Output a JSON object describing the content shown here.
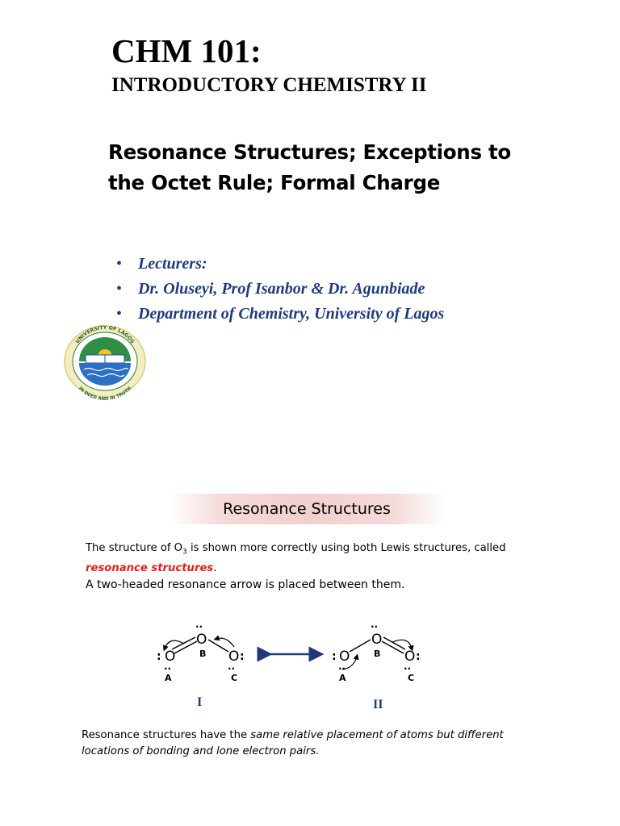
{
  "slide1": {
    "course_code": "CHM 101:",
    "course_name": "INTRODUCTORY CHEMISTRY II",
    "topic_title_line1": "Resonance Structures; Exceptions to",
    "topic_title_line2": "the Octet Rule; Formal Charge",
    "bullet_char": "•",
    "bullets": [
      "Lecturers:",
      "Dr. Oluseyi, Prof Isanbor & Dr. Agunbiade",
      "Department of Chemistry, University of Lagos"
    ],
    "logo": {
      "icon": "university-crest-icon",
      "ring_text_top": "UNIVERSITY OF LAGOS",
      "ring_text_bottom": "IN DEED AND IN TRUTH"
    }
  },
  "slide2": {
    "section_title": "Resonance Structures",
    "para1_before_sub": "The structure of O",
    "para1_sub": "3",
    "para1_after_sub": " is shown more correctly using both Lewis structures, called",
    "para1_red_term": "resonance structures",
    "para1_period": ".",
    "para1_line2": "A two-headed resonance arrow is placed between them.",
    "diagram": {
      "atom_symbol": "O",
      "lone_pair": "··",
      "lone_pair_vertical": ":",
      "structure_1": {
        "left_label": "A",
        "center_label": "B",
        "right_label": "C",
        "roman": "I"
      },
      "structure_2": {
        "left_label": "A",
        "center_label": "B",
        "right_label": "C",
        "roman": "II"
      },
      "colors": {
        "arrow": "#1f3a7a",
        "roman": "#1f3a7a",
        "bonds": "#000000"
      }
    },
    "para2_plain": "Resonance structures have the ",
    "para2_italic": "same relative placement of atoms but different locations of bonding and lone electron pairs."
  }
}
